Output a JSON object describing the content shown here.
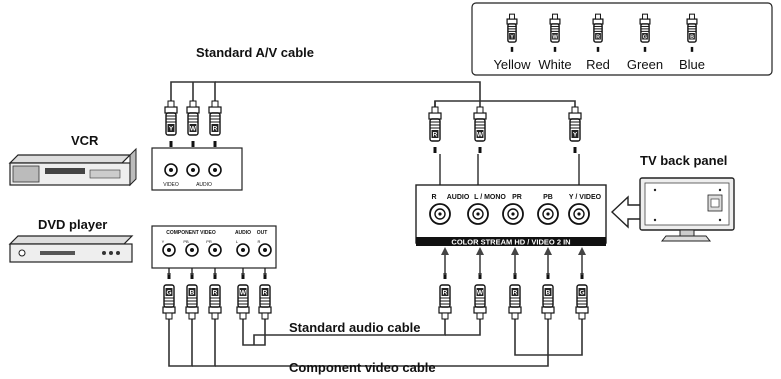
{
  "legend": {
    "colors": [
      "Yellow",
      "White",
      "Red",
      "Green",
      "Blue"
    ],
    "letters": [
      "Y",
      "W",
      "R",
      "G",
      "B"
    ]
  },
  "cables": {
    "av": "Standard A/V cable",
    "audio": "Standard audio cable",
    "component": "Component video cable"
  },
  "devices": {
    "vcr": "VCR",
    "dvd": "DVD player",
    "tv": "TV back panel"
  },
  "vcr_panel": {
    "video": "VIDEO",
    "audio": "AUDIO"
  },
  "dvd_panel": {
    "component": "COMPONENT VIDEO",
    "audio": "AUDIO",
    "out": "OUT",
    "y": "Y",
    "pb": "PB",
    "pr": "PR",
    "l": "L",
    "r": "R"
  },
  "tv_panel": {
    "r": "R",
    "audio": "AUDIO",
    "lmono": "L / MONO",
    "pr": "PR",
    "pb": "PB",
    "yvideo": "Y / VIDEO",
    "bar": "COLOR STREAM HD / VIDEO 2 IN"
  },
  "plug_letters": {
    "top_av": [
      "Y",
      "W",
      "R"
    ],
    "tv_top": [
      "R",
      "W",
      "Y"
    ],
    "dvd": [
      "G",
      "B",
      "R",
      "W",
      "R"
    ],
    "tv_bottom": [
      "R",
      "W",
      "R",
      "B",
      "G"
    ]
  }
}
